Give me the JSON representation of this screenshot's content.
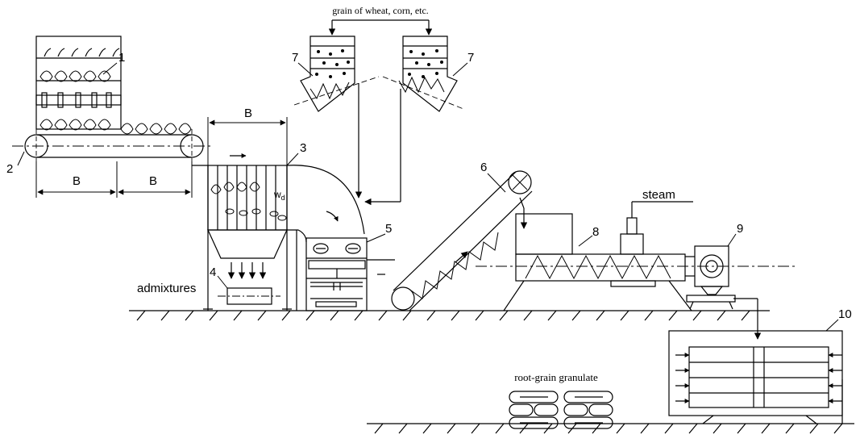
{
  "diagram": {
    "labels": {
      "feed_top": "grain of wheat, corn, etc.",
      "steam": "steam",
      "admixtures": "admixtures",
      "product": "root-grain granulate",
      "w": "w",
      "w_sub": "d"
    },
    "dimensions": {
      "b_top": "B",
      "b_left": "B",
      "b_right": "B"
    },
    "callouts": {
      "c1": "1",
      "c2": "2",
      "c3": "3",
      "c4": "4",
      "c5": "5",
      "c6": "6",
      "c7a": "7",
      "c7b": "7",
      "c8": "8",
      "c9": "9",
      "c10": "10"
    }
  }
}
